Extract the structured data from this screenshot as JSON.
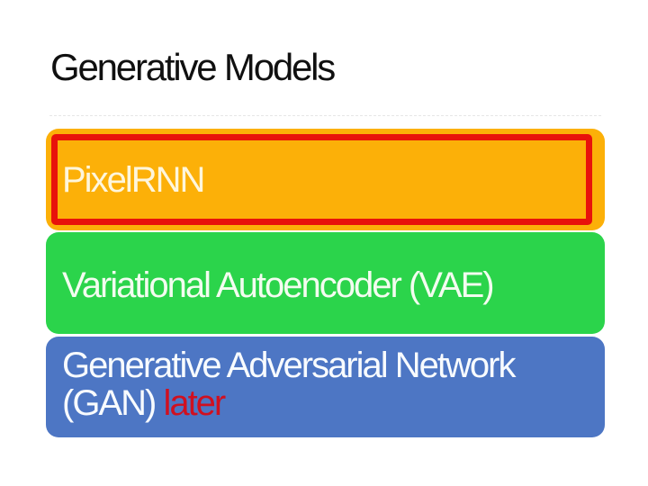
{
  "slide": {
    "title": "Generative Models",
    "items": {
      "pixelrnn": {
        "label": "PixelRNN"
      },
      "vae": {
        "label": "Variational Autoencoder (VAE)"
      },
      "gan": {
        "line1": "Generative Adversarial Network",
        "line2_prefix": "(GAN) ",
        "line2_emphasis": "later"
      }
    }
  },
  "colors": {
    "background": "#FFFFFF",
    "title_text": "#101010",
    "pixelrnn_fill": "#FCB008",
    "pixelrnn_highlight_border": "#E8120B",
    "pixelrnn_text": "#FEF6DC",
    "vae_fill": "#2BD44B",
    "vae_text": "#F3FCF0",
    "gan_fill": "#4D76C4",
    "gan_text": "#F8FBFE",
    "gan_emphasis_text": "#D01020",
    "placeholder_line": "#E6E6E6"
  }
}
